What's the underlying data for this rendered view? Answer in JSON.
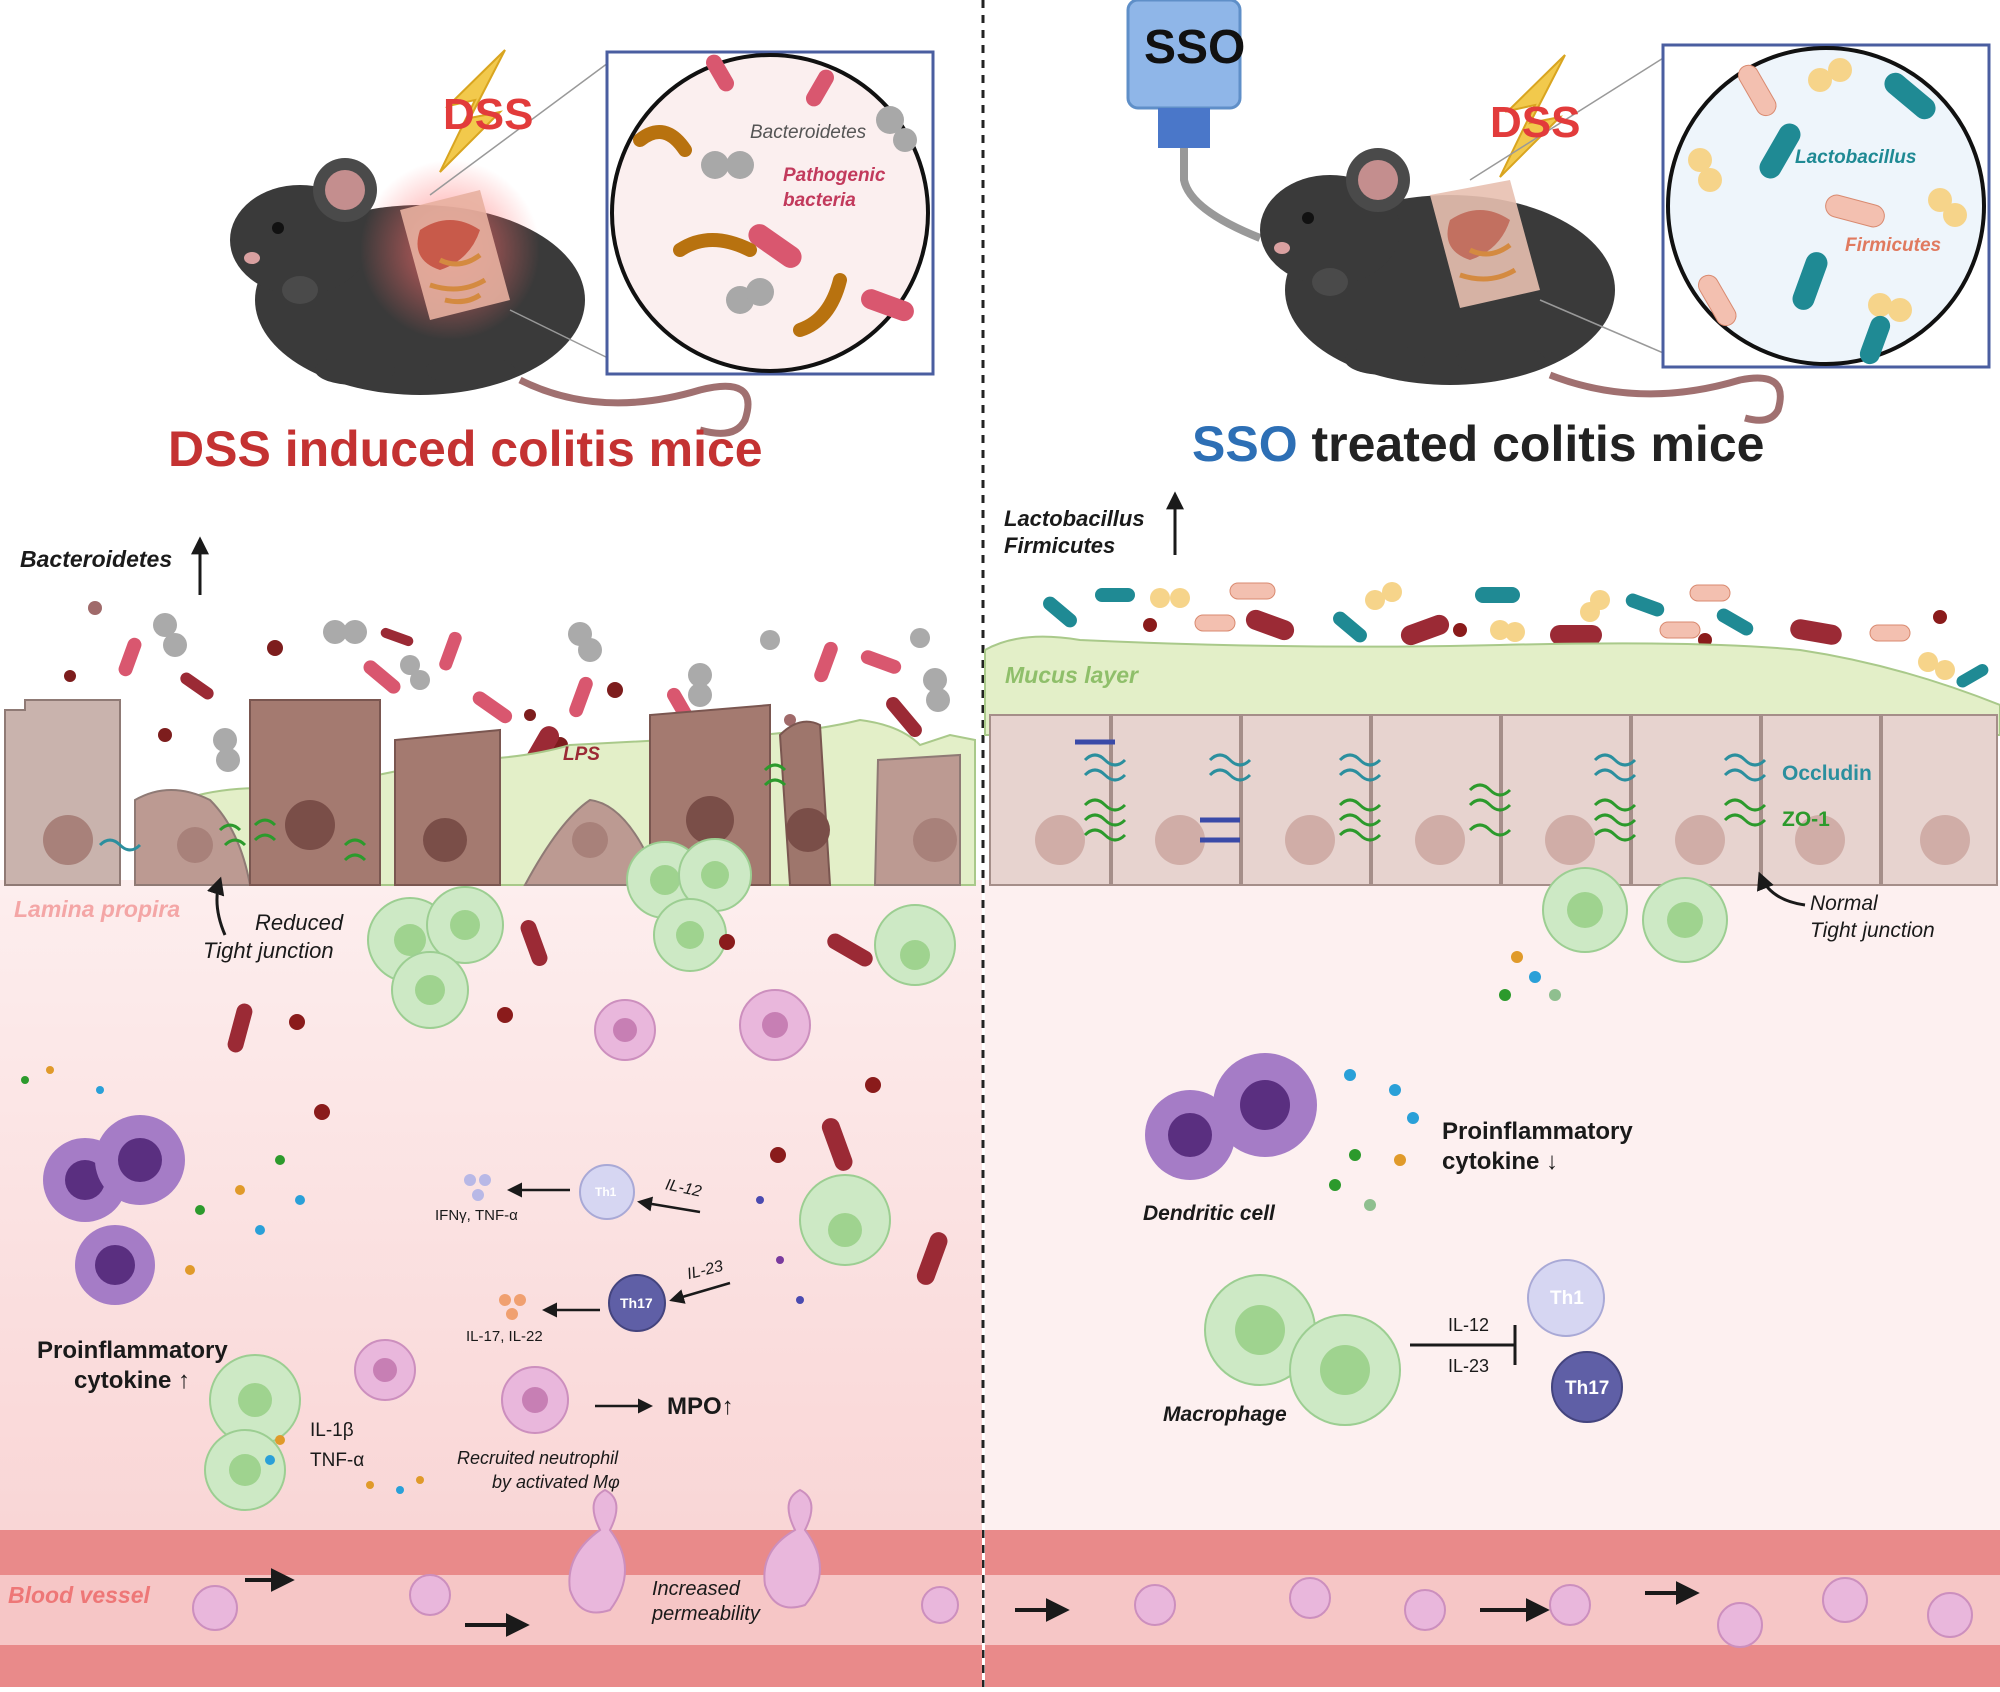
{
  "colors": {
    "dss_red": "#e23b3b",
    "title_red": "#c43232",
    "sso_blue": "#2d6fb5",
    "occludin_teal": "#2b8f9e",
    "zo1_green": "#2c9a2c",
    "lamina_pink": "#fbe3e3",
    "vessel_red": "#e98a8a",
    "mucus_green": "#dfeec8",
    "macrophage_green": "#bfe3b5",
    "neutrophil_pink": "#e6a7d4",
    "dendritic_purple": "#8f5fb5",
    "th1_lavender": "#c9c9ea",
    "th17_indigo": "#5a5a9e"
  },
  "left": {
    "dss_label": "DSS",
    "inset_bacteroidetes": "Bacteroidetes",
    "inset_pathogenic": "Pathogenic",
    "inset_bacteria": "bacteria",
    "title": "DSS induced colitis mice",
    "bacteroidetes_up": "Bacteroidetes",
    "lps": "LPS",
    "lamina_propria": "Lamina propira",
    "reduced": "Reduced",
    "tight_junction": "Tight junction",
    "il12": "IL-12",
    "ifn": "IFNγ, TNF-α",
    "th1": "Th1",
    "il23": "IL-23",
    "th17": "Th17",
    "il17": "IL-17, IL-22",
    "proinflammatory": "Proinflammatory",
    "cytokine_up": "cytokine ↑",
    "il1b": "IL-1β",
    "tnfa": "TNF-α",
    "recruited": "Recruited neutrophil",
    "by_activated": "by activated Mφ",
    "mpo": "MPO↑",
    "blood_vessel": "Blood vessel",
    "increased": "Increased",
    "permeability": "permeability"
  },
  "right": {
    "sso_label": "SSO",
    "dss_label": "DSS",
    "inset_lactobacillus": "Lactobacillus",
    "inset_firmicutes": "Firmicutes",
    "title_sso": "SSO",
    "title_rest": " treated colitis mice",
    "lacto_up": "Lactobacillus",
    "firm_up": "Firmicutes",
    "mucus": "Mucus layer",
    "occludin": "Occludin",
    "zo1": "ZO-1",
    "normal": "Normal",
    "tight_junction": "Tight junction",
    "proinflammatory": "Proinflammatory",
    "cytokine_down": "cytokine ↓",
    "dendritic": "Dendritic cell",
    "macrophage": "Macrophage",
    "il12": "IL-12",
    "il23": "IL-23",
    "th1": "Th1",
    "th17": "Th17"
  }
}
